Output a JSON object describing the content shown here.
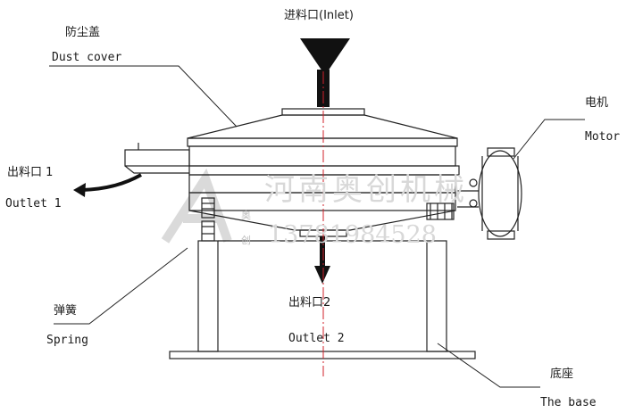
{
  "labels": {
    "inlet": "进料口(Inlet)",
    "dust_cover_cn": "防尘盖",
    "dust_cover_en": "Dust cover",
    "motor_cn": "电机",
    "motor_en": "Motor",
    "outlet1_cn": "出料口 1",
    "outlet1_en": "Outlet 1",
    "outlet2_cn": "出料口2",
    "outlet2_en": "Outlet 2",
    "spring_cn": "弹簧",
    "spring_en": "Spring",
    "base_cn": "底座",
    "base_en": "The base"
  },
  "watermark": {
    "company": "河南奥创机械",
    "phone": "13781984528",
    "badge_top": "奥",
    "badge_bottom": "创"
  },
  "colors": {
    "line": "#222222",
    "centerline": "#d0202a",
    "watermark": "#d8d8d8"
  }
}
